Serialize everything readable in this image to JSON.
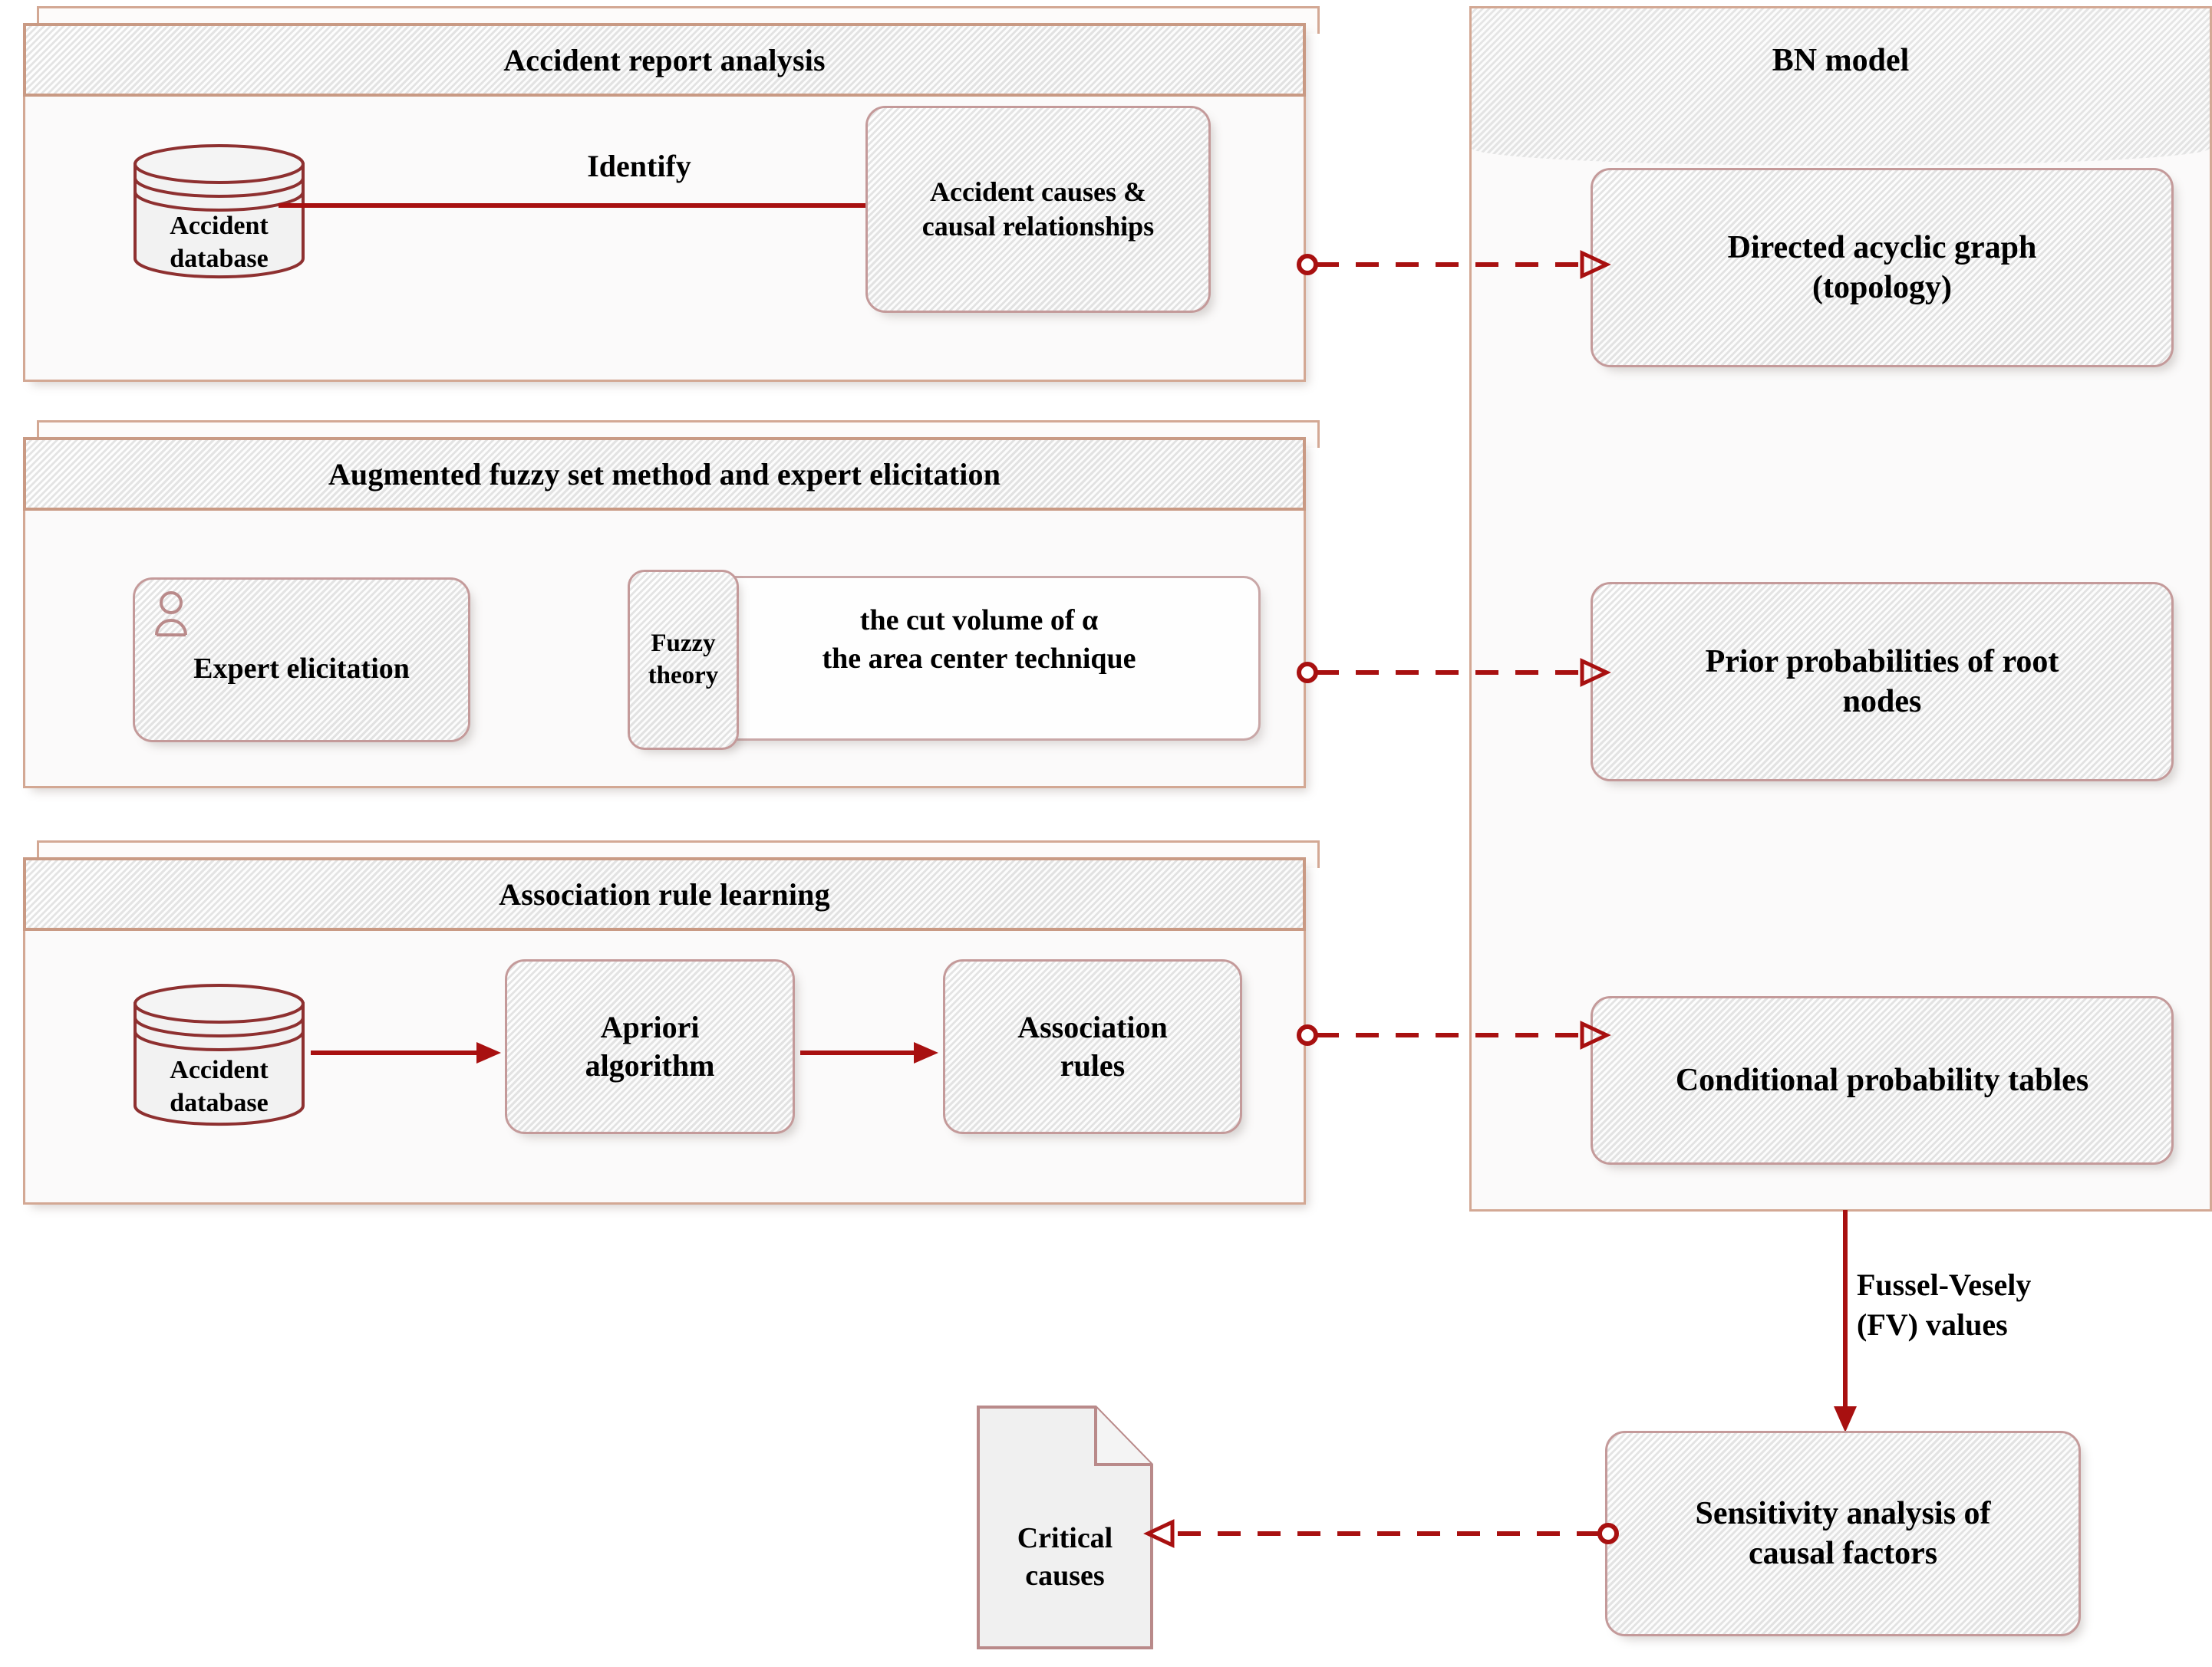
{
  "figure": {
    "type": "flowchart",
    "accent_border": "#d3a894",
    "node_border": "#c49a9a",
    "connector_color": "#a81010",
    "arrow_color": "#a81010",
    "fill": "#f0f0f0"
  },
  "panels": [
    {
      "id": "accident-report-analysis",
      "title": "Accident report analysis",
      "nodes": [
        {
          "id": "accident-database-1",
          "shape": "cylinder",
          "label_line1": "Accident",
          "label_line2": "database"
        },
        {
          "id": "accident-causes",
          "shape": "rounded-rect",
          "label_line1": "Accident causes &",
          "label_line2": "causal relationships"
        }
      ],
      "arrows": [
        {
          "id": "identify-arrow",
          "label": "Identify",
          "from": "accident-database-1",
          "to": "accident-causes"
        }
      ]
    },
    {
      "id": "augmented-fuzzy-set-method",
      "title": "Augmented fuzzy set method and expert elicitation",
      "nodes": [
        {
          "id": "expert-elicitation",
          "shape": "rounded-rect",
          "icon": "person-icon",
          "label": "Expert elicitation"
        },
        {
          "id": "fuzzy-theory",
          "shape": "rounded-tab",
          "label_line1": "Fuzzy",
          "label_line2": "theory"
        },
        {
          "id": "fuzzy-methods",
          "shape": "rounded-rect",
          "label_line1": "the cut volume of α",
          "label_line2": "the area center technique"
        }
      ],
      "arrows": []
    },
    {
      "id": "association-rule-learning",
      "title": "Association rule learning",
      "nodes": [
        {
          "id": "accident-database-2",
          "shape": "cylinder",
          "label_line1": "Accident",
          "label_line2": "database"
        },
        {
          "id": "apriori-algorithm",
          "shape": "rounded-rect",
          "label_line1": "Apriori",
          "label_line2": "algorithm"
        },
        {
          "id": "association-rules",
          "shape": "rounded-rect",
          "label_line1": "Association",
          "label_line2": "rules"
        }
      ],
      "arrows": [
        {
          "id": "db-to-apriori-arrow",
          "label": "",
          "from": "accident-database-2",
          "to": "apriori-algorithm"
        },
        {
          "id": "apriori-to-rules-arrow",
          "label": "",
          "from": "apriori-algorithm",
          "to": "association-rules"
        }
      ]
    }
  ],
  "bn_model": {
    "title": "BN model",
    "nodes": [
      {
        "id": "directed-acyclic-graph",
        "label_line1": "Directed acyclic graph",
        "label_line2": "(topology)"
      },
      {
        "id": "prior-probabilities",
        "label_line1": "Prior probabilities of root",
        "label_line2": "nodes"
      },
      {
        "id": "conditional-probability-tables",
        "label_line1": "Conditional probability tables",
        "label_line2": ""
      }
    ]
  },
  "outputs": {
    "sensitivity": {
      "id": "sensitivity-analysis",
      "label_line1": "Sensitivity analysis of",
      "label_line2": "causal factors"
    },
    "critical": {
      "id": "critical-causes",
      "label_line1": "Critical",
      "label_line2": "causes"
    },
    "fv_arrow_label_line1": "Fussel-Vesely",
    "fv_arrow_label_line2": "(FV) values"
  },
  "connectors": [
    {
      "id": "conn-causes-to-dag",
      "from": "accident-causes",
      "to": "directed-acyclic-graph",
      "style": "dashed-open-arrow"
    },
    {
      "id": "conn-fuzzy-to-priors",
      "from": "fuzzy-methods",
      "to": "prior-probabilities",
      "style": "dashed-open-arrow"
    },
    {
      "id": "conn-rules-to-cpt",
      "from": "association-rules",
      "to": "conditional-probability-tables",
      "style": "dashed-open-arrow"
    },
    {
      "id": "conn-sensitivity-to-critical",
      "from": "sensitivity-analysis",
      "to": "critical-causes",
      "style": "dashed-open-arrow"
    }
  ]
}
